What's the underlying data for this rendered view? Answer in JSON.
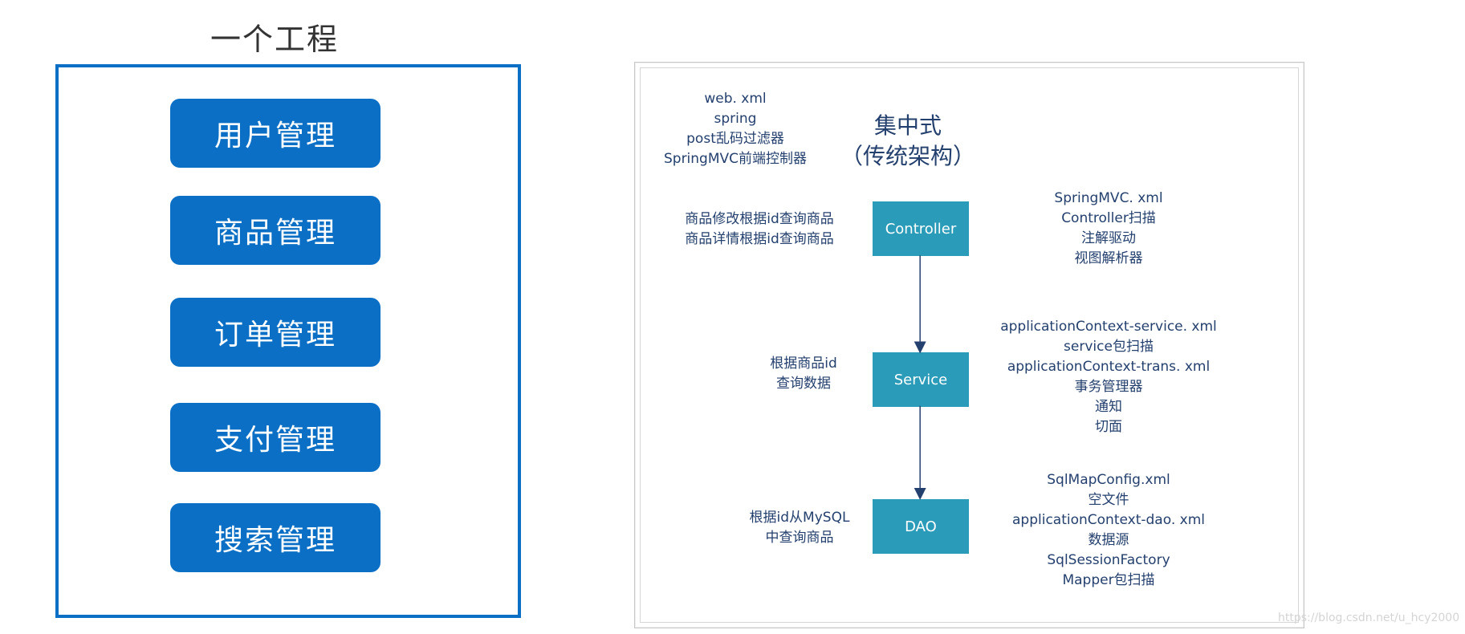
{
  "left_panel": {
    "title": "一个工程",
    "modules": [
      "用户管理",
      "商品管理",
      "订单管理",
      "支付管理",
      "搜索管理"
    ]
  },
  "diagram": {
    "heading_line1": "集中式",
    "heading_line2": "（传统架构）",
    "top_config": [
      "web. xml",
      "spring",
      "post乱码过滤器",
      "SpringMVC前端控制器"
    ],
    "layers": [
      {
        "label": "Controller",
        "left_notes": [
          "商品修改根据id查询商品",
          "商品详情根据id查询商品"
        ],
        "right_notes": [
          "SpringMVC. xml",
          "Controller扫描",
          "注解驱动",
          "视图解析器"
        ]
      },
      {
        "label": "Service",
        "left_notes": [
          "根据商品id",
          "查询数据"
        ],
        "right_notes": [
          "applicationContext-service. xml",
          "service包扫描",
          "applicationContext-trans. xml",
          "事务管理器",
          "通知",
          "切面"
        ]
      },
      {
        "label": "DAO",
        "left_notes": [
          "根据id从MySQL",
          "中查询商品"
        ],
        "right_notes": [
          "SqlMapConfig.xml",
          "空文件",
          "applicationContext-dao. xml",
          "数据源",
          "SqlSessionFactory",
          "Mapper包扫描"
        ]
      }
    ],
    "colors": {
      "layer_box": "#2a9bb8",
      "text": "#24406e",
      "module_button": "#0a6fc5"
    }
  },
  "watermark": "https://blog.csdn.net/u_hcy2000"
}
